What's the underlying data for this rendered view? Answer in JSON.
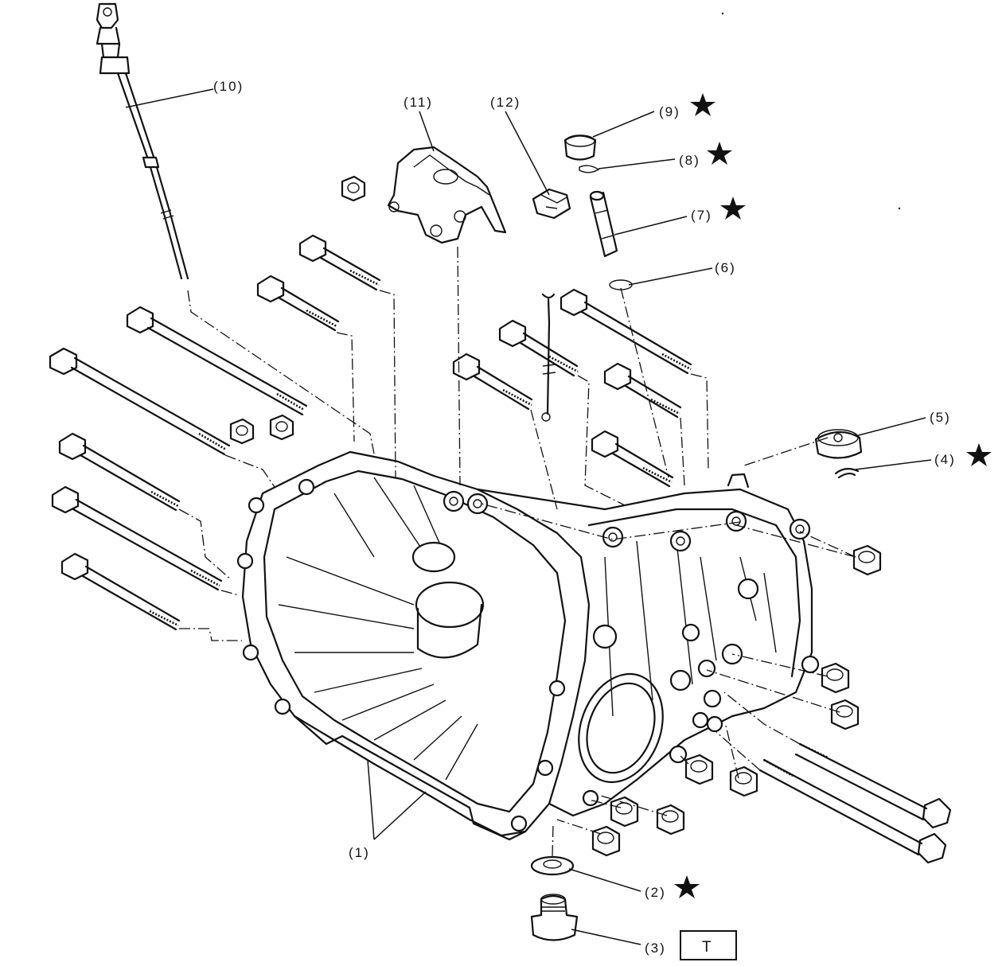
{
  "diagram": {
    "callouts": [
      {
        "id": "1",
        "text": "(1)",
        "star": false
      },
      {
        "id": "2",
        "text": "(2)",
        "star": true
      },
      {
        "id": "3",
        "text": "(3)",
        "star": false
      },
      {
        "id": "4",
        "text": "(4)",
        "star": true
      },
      {
        "id": "5",
        "text": "(5)",
        "star": false
      },
      {
        "id": "6",
        "text": "(6)",
        "star": false
      },
      {
        "id": "7",
        "text": "(7)",
        "star": true
      },
      {
        "id": "8",
        "text": "(8)",
        "star": true
      },
      {
        "id": "9",
        "text": "(9)",
        "star": true
      },
      {
        "id": "10",
        "text": "(10)",
        "star": false
      },
      {
        "id": "11",
        "text": "(11)",
        "star": false
      },
      {
        "id": "12",
        "text": "(12)",
        "star": false
      }
    ],
    "torque_box": "T"
  }
}
